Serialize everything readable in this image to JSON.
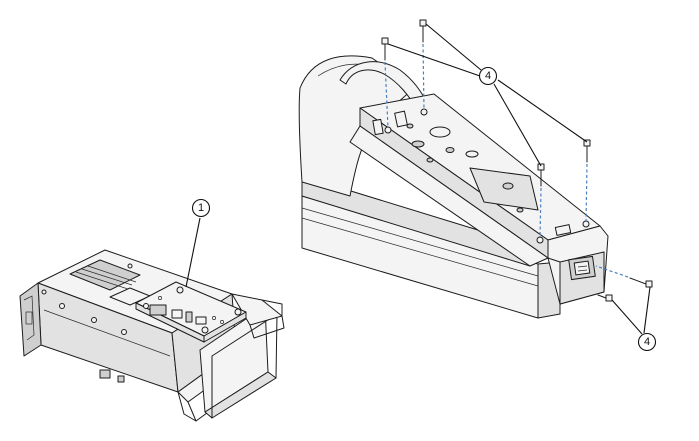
{
  "callouts": {
    "left_assembly": "1",
    "top_screws": "4",
    "side_screws": "4"
  }
}
